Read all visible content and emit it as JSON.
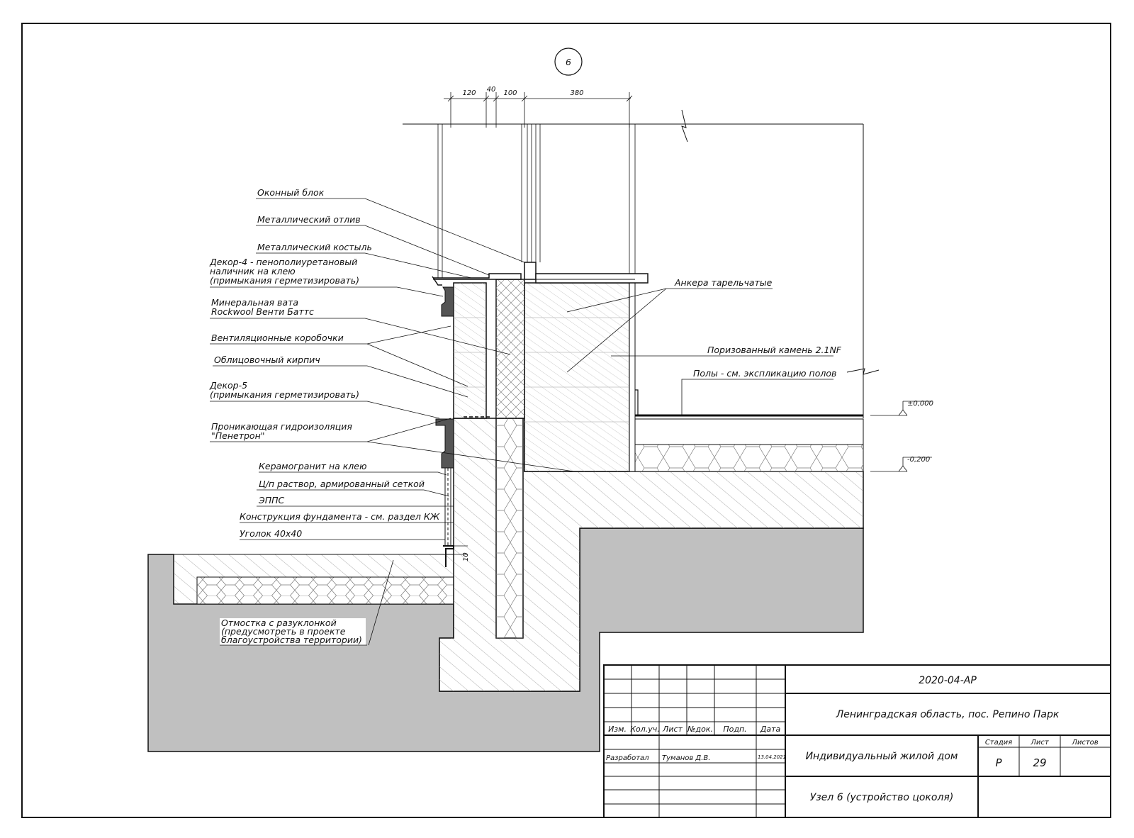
{
  "node_marker": "6",
  "dimensions": [
    "120",
    "40",
    "100",
    "380"
  ],
  "dimension_small": "10",
  "levels": {
    "zero": "±0,000",
    "minus": "-0,200"
  },
  "callouts_left": [
    "Оконный блок",
    "Металлический отлив",
    "Металлический костыль",
    "Декор-4 - пенополиуретановый",
    "наличник на клею",
    "(примыкания герметизировать)",
    "Минеральная вата",
    "Rockwool Венти Баттс",
    "Вентиляционные коробочки",
    "Облицовочный кирпич",
    "Декор-5",
    "(примыкания герметизировать)",
    "Проникающая гидроизоляция",
    "\"Пенетрон\"",
    "Керамогранит на клею",
    "Ц/п раствор, армированный сеткой",
    "ЭППС",
    "Конструкция фундамента - см. раздел КЖ",
    "Уголок 40х40"
  ],
  "callouts_right": [
    "Анкера тарельчатые",
    "Поризованный камень 2.1NF",
    "Полы - см. экспликацию полов"
  ],
  "callout_otmostka": [
    "Отмостка с разуклонкой",
    "(предусмотреть в проекте",
    "благоустройства территории)"
  ],
  "title_block": {
    "code": "2020-04-АР",
    "location": "Ленинградская область, пос. Репино Парк",
    "object": "Индивидуальный жилой дом",
    "sheet_title": "Узел 6 (устройство цоколя)",
    "col_headers": [
      "Изм.",
      "Кол.уч.",
      "Лист",
      "№док.",
      "Подп.",
      "Дата"
    ],
    "role": "Разработал",
    "author": "Туманов Д.В.",
    "date": "13.04.2021",
    "stage_label": "Стадия",
    "sheet_label": "Лист",
    "sheets_label": "Листов",
    "stage": "Р",
    "sheet": "29",
    "sheets": ""
  },
  "colors": {
    "ground": "#c0c0c0",
    "line": "#111111",
    "wall_dark": "#555555"
  }
}
